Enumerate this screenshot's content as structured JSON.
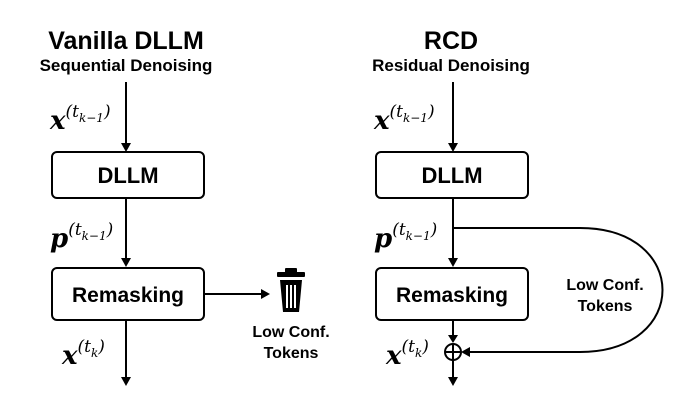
{
  "left": {
    "title": "Vanilla DLLM",
    "subtitle": "Sequential Denoising",
    "input_var": "x",
    "input_sup": "(t",
    "input_sub": "k−1",
    "input_close": ")",
    "model_box": "DLLM",
    "prob_var": "p",
    "prob_sup": "(t",
    "prob_sub": "k−1",
    "prob_close": ")",
    "remask_box": "Remasking",
    "output_var": "x",
    "output_sup": "(t",
    "output_sub": "k",
    "output_close": ")",
    "discard_icon": "trash-icon",
    "discard_line1": "Low Conf.",
    "discard_line2": "Tokens"
  },
  "right": {
    "title": "RCD",
    "subtitle": "Residual Denoising",
    "input_var": "x",
    "input_sup": "(t",
    "input_sub": "k−1",
    "input_close": ")",
    "model_box": "DLLM",
    "prob_var": "p",
    "prob_sup": "(t",
    "prob_sub": "k−1",
    "prob_close": ")",
    "remask_box": "Remasking",
    "output_var": "x",
    "output_sup": "(t",
    "output_sub": "k",
    "output_close": ")",
    "residual_line1": "Low Conf.",
    "residual_line2": "Tokens",
    "sum_icon": "circled-plus-icon"
  }
}
